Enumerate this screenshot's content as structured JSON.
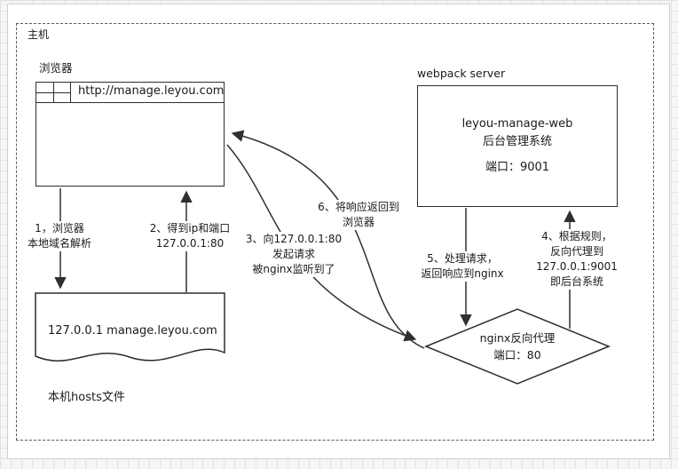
{
  "page": {
    "host_label": "主机"
  },
  "browser": {
    "title": "浏览器",
    "url": "http://manage.leyou.com"
  },
  "webpack": {
    "title": "webpack server",
    "lines": [
      "leyou-manage-web",
      "后台管理系统",
      "端口：9001"
    ]
  },
  "hosts_file": {
    "content": "127.0.0.1 manage.leyou.com",
    "caption": "本机hosts文件"
  },
  "nginx": {
    "lines": [
      "nginx反向代理",
      "端口：80"
    ]
  },
  "steps": {
    "step1": {
      "lines": [
        "1，浏览器",
        "本地域名解析"
      ]
    },
    "step2": {
      "lines": [
        "2、得到ip和端口",
        "127.0.0.1:80"
      ]
    },
    "step3": {
      "lines": [
        "3、向127.0.0.1:80",
        "发起请求",
        "被nginx监听到了"
      ]
    },
    "step4": {
      "lines": [
        "4、根据规则，",
        "反向代理到",
        "127.0.0.1:9001",
        "即后台系统"
      ]
    },
    "step5": {
      "lines": [
        "5、处理请求，",
        "返回响应到nginx"
      ]
    },
    "step6": {
      "lines": [
        "6、将响应返回到",
        "浏览器"
      ]
    }
  },
  "colors": {
    "stroke": "#2f2f2f",
    "page_bg": "#ffffff",
    "grid_line": "#e2e2e2"
  }
}
